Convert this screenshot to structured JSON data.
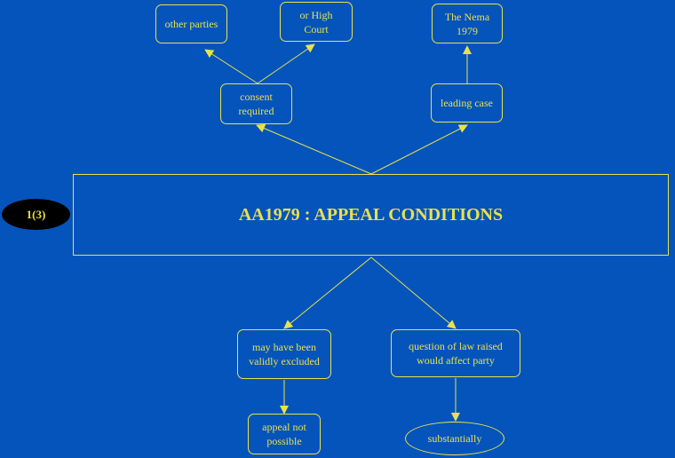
{
  "diagram": {
    "title": "AA1979 : APPEAL CONDITIONS",
    "badge": "1(3)",
    "nodes": {
      "other_parties": "other parties",
      "high_court": "or High\nCourt",
      "nema": "The Nema\n1979",
      "consent": "consent\nrequired",
      "leading_case": "leading case",
      "excluded": "may have been\nvalidly excluded",
      "question_of_law": "question of law raised\nwould affect party",
      "appeal_not_possible": "appeal not\npossible",
      "substantially": "substantially"
    }
  },
  "colors": {
    "background": "#0554BC",
    "line": "#E8E24A",
    "badge_fill": "#000000"
  }
}
